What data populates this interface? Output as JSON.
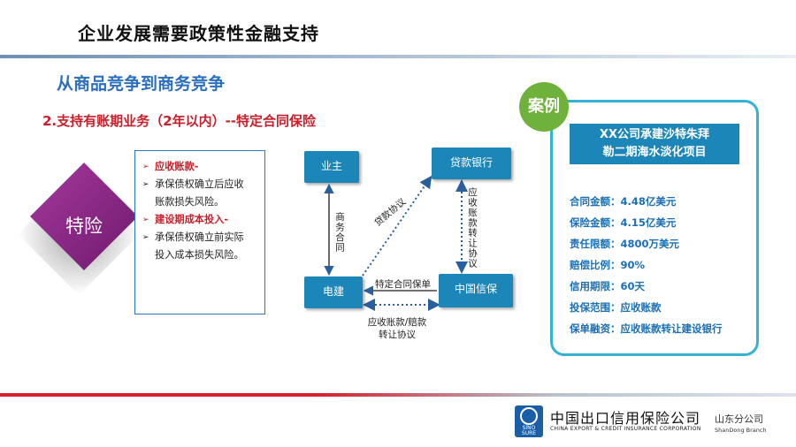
{
  "header": {
    "title": "企业发展需要政策性金融支持"
  },
  "section": {
    "subtitle": "从商品竞争到商务竞争",
    "item_heading": "2.支持有账期业务（2年以内）--特定合同保险"
  },
  "diamond": {
    "label": "特险",
    "color": "#8e2a8a"
  },
  "bullets": {
    "item1": {
      "marker": "➢",
      "text": "应收账款-"
    },
    "item2": {
      "marker": "➢",
      "lines": [
        "承保债权确立后应收",
        "账款损失风险。"
      ]
    },
    "item3": {
      "marker": "➢",
      "text": "建设期成本投入-"
    },
    "item4": {
      "marker": "➢",
      "lines": [
        "承保债权确立前实际",
        "投入成本损失风险。"
      ]
    }
  },
  "diagram": {
    "owner": "业主",
    "bank": "贷款银行",
    "epc": "电建",
    "sinosure": "中国信保",
    "commercial_contract": "商务合同",
    "loan_agreement": "贷款协议",
    "assignment_agreement": "应收账款转让协议",
    "specific_policy": "特定合同保单",
    "receivable_assignment": [
      "应收账款/赔款",
      "转让协议"
    ],
    "node_color": "#1d86b8"
  },
  "case": {
    "badge": "案例",
    "project_title": [
      "XX公司承建沙特朱拜",
      "勒二期海水淡化项目"
    ],
    "rows": [
      "合同金额：4.48亿美元",
      "保险金额：4.15亿美元",
      "责任限额：4800万美元",
      "赔偿比例：90%",
      "信用期限：60天",
      "投保范围：应收账款",
      "保单融资：应收账款转让建设银行"
    ],
    "badge_color": "#6fb23b",
    "border_color": "#33b2d4"
  },
  "footer": {
    "logo_text": [
      "SINO",
      "SURE"
    ],
    "brand_cn": "中国出口信用保险公司",
    "brand_en": "CHINA EXPORT & CREDIT INSURANCE CORPORATION",
    "branch_cn": "山东分公司",
    "branch_en": "ShanDong Branch"
  }
}
